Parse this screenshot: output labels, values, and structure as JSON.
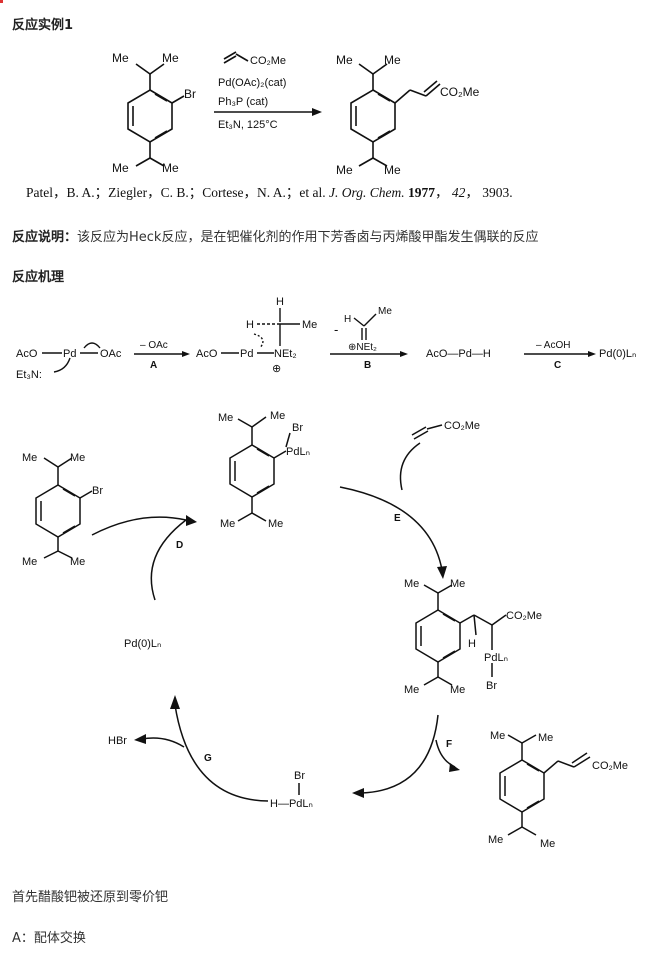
{
  "section1_title": "反应实例1",
  "reaction1": {
    "reagent": "CO₂Me",
    "conditions": [
      "Pd(OAc)₂(cat)",
      "Ph₃P (cat)",
      "Et₃N, 125°C"
    ],
    "groups": {
      "me": "Me",
      "br": "Br",
      "ester": "CO₂Me"
    }
  },
  "citation": {
    "authors": "Patel，B. A.；Ziegler，C. B.；Cortese，N. A.；et al.",
    "journal": "J. Org. Chem.",
    "year": "1977",
    "volume": "42",
    "pages": "3903."
  },
  "explanation": {
    "label": "反应说明：",
    "text": "该反应为Heck反应，是在钯催化剂的作用下芳香卤与丙烯酸甲酯发生偶联的反应"
  },
  "section2_title": "反应机理",
  "mechanism": {
    "species": {
      "aco_pd_oac_left": "AcO",
      "pd": "Pd",
      "oac": "OAc",
      "et3n": "Et₃N:",
      "minus_oac": "– OAc",
      "step_a": "A",
      "aco2": "AcO",
      "pd2": "Pd",
      "net2": "NEt₂",
      "h_top": "H",
      "h_left": "H",
      "me_right": "Me",
      "plus": "⊕",
      "minus_sign": "-",
      "iminium_h": "H",
      "iminium_me": "Me",
      "iminium_net2": "⊕NEt₂",
      "step_b": "B",
      "aco_pd_h": "AcO—Pd—H",
      "minus_acoh": "– AcOH",
      "step_c": "C",
      "pd0_top": "Pd(0)Lₙ"
    },
    "cycle": {
      "substrate_me1": "Me",
      "substrate_me2": "Me",
      "substrate_br": "Br",
      "substrate_me3": "Me",
      "substrate_me4": "Me",
      "oxadd_me1": "Me",
      "oxadd_me2": "Me",
      "oxadd_br": "Br",
      "oxadd_pdl": "PdLₙ",
      "oxadd_me3": "Me",
      "oxadd_me4": "Me",
      "acrylate": "CO₂Me",
      "step_e": "E",
      "ins_me1": "Me",
      "ins_me2": "Me",
      "ins_ester": "CO₂Me",
      "ins_h": "H",
      "ins_pdl": "PdLₙ",
      "ins_br": "Br",
      "ins_me3": "Me",
      "ins_me4": "Me",
      "step_d": "D",
      "pd0": "Pd(0)Lₙ",
      "step_f": "F",
      "prod_me1": "Me",
      "prod_me2": "Me",
      "prod_ester": "CO₂Me",
      "prod_me3": "Me",
      "prod_me4": "Me",
      "hbr": "HBr",
      "step_g": "G",
      "hpd_br": "Br",
      "hpd": "H—PdLₙ"
    }
  },
  "note1": "首先醋酸钯被还原到零价钯",
  "note2": "A：配体交换"
}
